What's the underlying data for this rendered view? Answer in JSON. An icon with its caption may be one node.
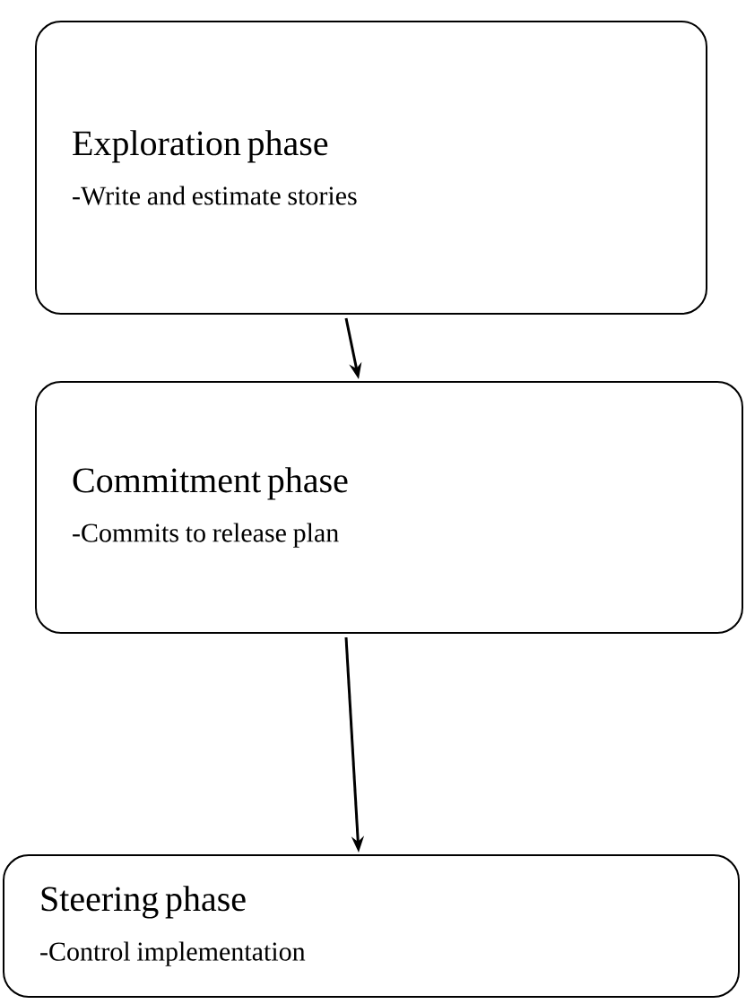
{
  "diagram": {
    "nodes": [
      {
        "text": [
          "Exploration phase",
          "-Write and estimate stories"
        ]
      },
      {
        "text": [
          "Commitment phase",
          "-Commits to release plan"
        ]
      },
      {
        "text": [
          "Steering phase",
          "-Control implementation"
        ]
      }
    ],
    "edges": [
      {
        "from": 0,
        "to": 1,
        "arrow": "to"
      },
      {
        "from": 1,
        "to": 2,
        "arrow": "to"
      }
    ]
  }
}
